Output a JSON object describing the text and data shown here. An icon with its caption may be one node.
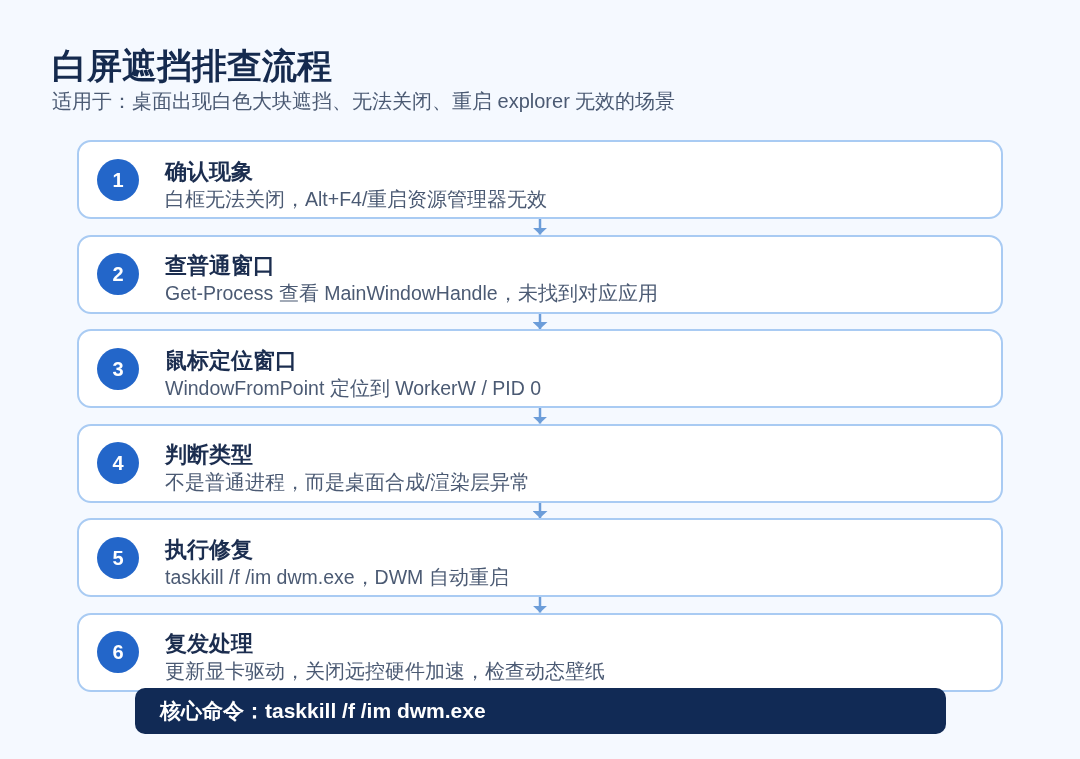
{
  "diagram": {
    "title": "白屏遮挡排查流程",
    "nodes": [
      {
        "text": [
          "确认现象",
          "白框无法关闭，Alt+F4/重启资源管理器无效"
        ]
      },
      {
        "text": [
          "1"
        ],
        "in": 0
      },
      {
        "text": [
          "查普通窗口",
          "Get-Process 查看 MainWindowHandle，未找到对应应用"
        ]
      },
      {
        "text": [
          "2"
        ],
        "in": 2
      },
      {
        "text": [
          "鼠标定位窗口",
          "WindowFromPoint 定位到 WorkerW / PID 0"
        ]
      },
      {
        "text": [
          "3"
        ],
        "in": 4
      },
      {
        "text": [
          "判断类型",
          "不是普通进程，而是桌面合成/渲染层异常"
        ]
      },
      {
        "text": [
          "4"
        ],
        "in": 6
      },
      {
        "text": [
          "执行修复",
          "taskkill /f /im dwm.exe，DWM 自动重启"
        ]
      },
      {
        "text": [
          "5"
        ],
        "in": 8
      },
      {
        "text": [
          "复发处理",
          "更新显卡驱动，关闭远控硬件加速，检查动态壁纸"
        ]
      },
      {
        "text": [
          "6"
        ],
        "in": 10
      },
      {
        "text": [
          "核心命令：taskkill /f /im dwm.exe"
        ]
      }
    ],
    "edges": [
      {
        "from": 0,
        "to": 2,
        "arrow": "to"
      },
      {
        "from": 2,
        "to": 4,
        "arrow": "to"
      },
      {
        "from": 4,
        "to": 6,
        "arrow": "to"
      },
      {
        "from": 6,
        "to": 8,
        "arrow": "to"
      },
      {
        "from": 8,
        "to": 10,
        "arrow": "to"
      }
    ],
    "labels": [
      "适用于：桌面出现白色大块遮挡、无法关闭、重启 explorer 无效的场景"
    ]
  }
}
